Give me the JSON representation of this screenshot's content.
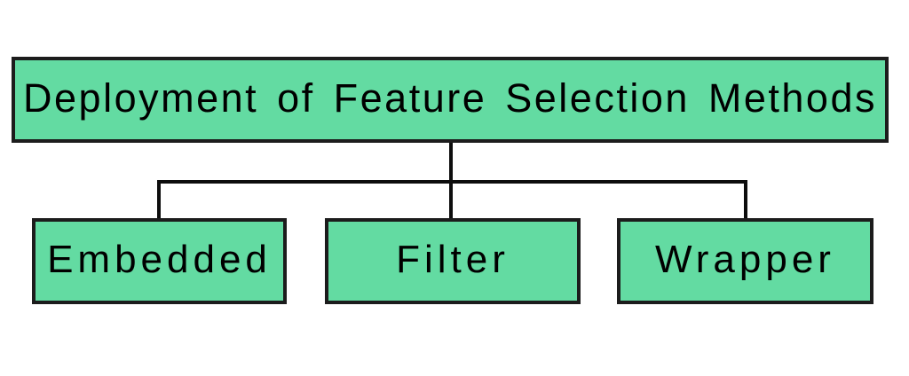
{
  "diagram": {
    "root": {
      "label": "Deployment of Feature Selection Methods"
    },
    "children": [
      {
        "id": "embedded",
        "label": "Embedded"
      },
      {
        "id": "filter",
        "label": "Filter"
      },
      {
        "id": "wrapper",
        "label": "Wrapper"
      }
    ]
  },
  "colors": {
    "background": "#ffffff",
    "node_fill": "#63dba2",
    "node_border": "#1c1c1c",
    "connector": "#0d0d0d",
    "text": "#000000"
  }
}
